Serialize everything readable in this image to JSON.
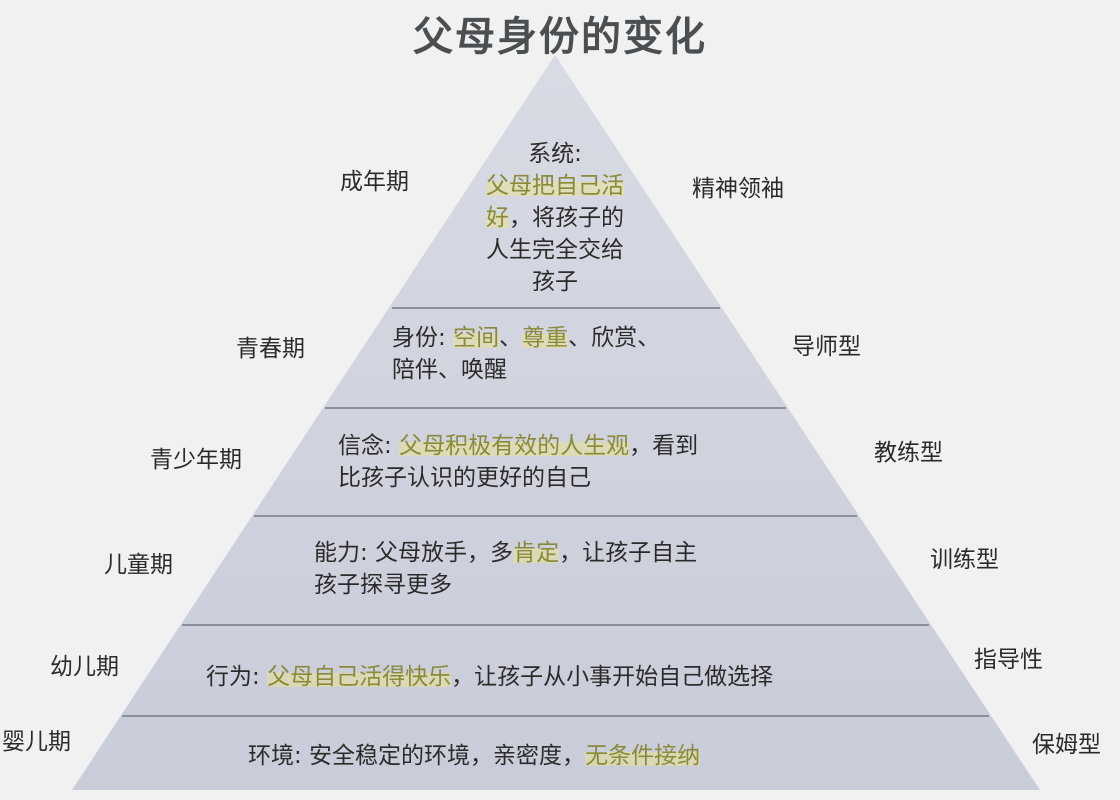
{
  "title": "父母身份的变化",
  "colors": {
    "background": "#f1f1f1",
    "pyramid_fill": "#cfd2de",
    "divider": "#8c909c",
    "highlight_text": "#8a8a3a",
    "highlight_bg": "#e8e296",
    "text": "#2b2b2b",
    "title": "#4b4f52"
  },
  "tiers": [
    {
      "stage": "成年期",
      "role": "精神领袖",
      "lines": [
        [
          {
            "t": "系统:",
            "hl": false
          }
        ],
        [
          {
            "t": "父母把自己活",
            "hl": true
          }
        ],
        [
          {
            "t": "好",
            "hl": true
          },
          {
            "t": "，将孩子的",
            "hl": false
          }
        ],
        [
          {
            "t": "人生完全交给",
            "hl": false
          }
        ],
        [
          {
            "t": "孩子",
            "hl": false
          }
        ]
      ]
    },
    {
      "stage": "青春期",
      "role": "导师型",
      "lines": [
        [
          {
            "t": "身份: ",
            "hl": false
          },
          {
            "t": "空间",
            "hl": true
          },
          {
            "t": "、",
            "hl": false
          },
          {
            "t": "尊重",
            "hl": true
          },
          {
            "t": "、欣赏、",
            "hl": false
          }
        ],
        [
          {
            "t": "陪伴、唤醒",
            "hl": false
          }
        ]
      ]
    },
    {
      "stage": "青少年期",
      "role": "教练型",
      "lines": [
        [
          {
            "t": "信念: ",
            "hl": false
          },
          {
            "t": "父母积极有效的人生观",
            "hl": true
          },
          {
            "t": "，看到",
            "hl": false
          }
        ],
        [
          {
            "t": "比孩子认识的更好的自己",
            "hl": false
          }
        ]
      ]
    },
    {
      "stage": "儿童期",
      "role": "训练型",
      "lines": [
        [
          {
            "t": "能力: 父母放手，多",
            "hl": false
          },
          {
            "t": "肯定",
            "hl": true
          },
          {
            "t": "，让孩子自主",
            "hl": false
          }
        ],
        [
          {
            "t": "孩子探寻更多",
            "hl": false
          }
        ]
      ]
    },
    {
      "stage": "幼儿期",
      "role": "指导性",
      "lines": [
        [
          {
            "t": "行为: ",
            "hl": false
          },
          {
            "t": "父母自己活得快乐",
            "hl": true
          },
          {
            "t": "，让孩子从小事开始自己做选择",
            "hl": false
          }
        ]
      ]
    },
    {
      "stage": "婴儿期",
      "role": "保姆型",
      "lines": [
        [
          {
            "t": "环境: 安全稳定的环境，亲密度，",
            "hl": false
          },
          {
            "t": "无条件接纳",
            "hl": true
          }
        ]
      ]
    }
  ]
}
